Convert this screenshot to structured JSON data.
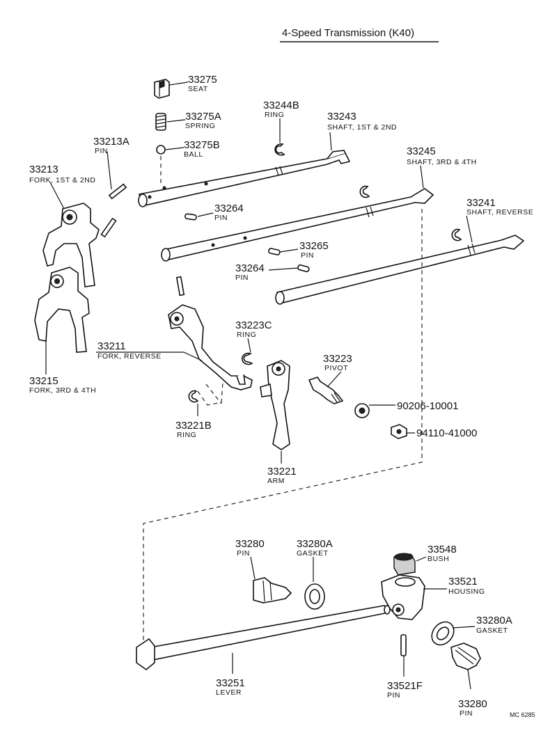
{
  "title": "4-Speed Transmission (K40)",
  "code": "MC 6285",
  "parts": [
    {
      "id": "p33275",
      "number": "33275",
      "label": "SEAT"
    },
    {
      "id": "p33275a",
      "number": "33275A",
      "label": "SPRING"
    },
    {
      "id": "p33275b",
      "number": "33275B",
      "label": "BALL"
    },
    {
      "id": "p33244b",
      "number": "33244B",
      "label": "RING"
    },
    {
      "id": "p33243",
      "number": "33243",
      "label": "SHAFT, 1ST & 2ND"
    },
    {
      "id": "p33213a",
      "number": "33213A",
      "label": "PIN"
    },
    {
      "id": "p33245",
      "number": "33245",
      "label": "SHAFT, 3RD & 4TH"
    },
    {
      "id": "p33213",
      "number": "33213",
      "label": "FORK, 1ST & 2ND"
    },
    {
      "id": "p33241",
      "number": "33241",
      "label": "SHAFT, REVERSE"
    },
    {
      "id": "p33264a",
      "number": "33264",
      "label": "PIN"
    },
    {
      "id": "p33265",
      "number": "33265",
      "label": "PIN"
    },
    {
      "id": "p33264b",
      "number": "33264",
      "label": "PIN"
    },
    {
      "id": "p33223c",
      "number": "33223C",
      "label": "RING"
    },
    {
      "id": "p33211",
      "number": "33211",
      "label": "FORK, REVERSE"
    },
    {
      "id": "p33223",
      "number": "33223",
      "label": "PIVOT"
    },
    {
      "id": "p33215",
      "number": "33215",
      "label": "FORK, 3RD & 4TH"
    },
    {
      "id": "p90206",
      "number": "90206-10001",
      "label": ""
    },
    {
      "id": "p33221b",
      "number": "33221B",
      "label": "RING"
    },
    {
      "id": "p94110",
      "number": "94110-41000",
      "label": ""
    },
    {
      "id": "p33221",
      "number": "33221",
      "label": "ARM"
    },
    {
      "id": "p33280a",
      "number": "33280",
      "label": "PIN"
    },
    {
      "id": "p33280aa",
      "number": "33280A",
      "label": "GASKET"
    },
    {
      "id": "p33548",
      "number": "33548",
      "label": "BUSH"
    },
    {
      "id": "p33521",
      "number": "33521",
      "label": "HOUSING"
    },
    {
      "id": "p33280ab",
      "number": "33280A",
      "label": "GASKET"
    },
    {
      "id": "p33251",
      "number": "33251",
      "label": "LEVER"
    },
    {
      "id": "p33521f",
      "number": "33521F",
      "label": "PIN"
    },
    {
      "id": "p33280b",
      "number": "33280",
      "label": "PIN"
    }
  ]
}
